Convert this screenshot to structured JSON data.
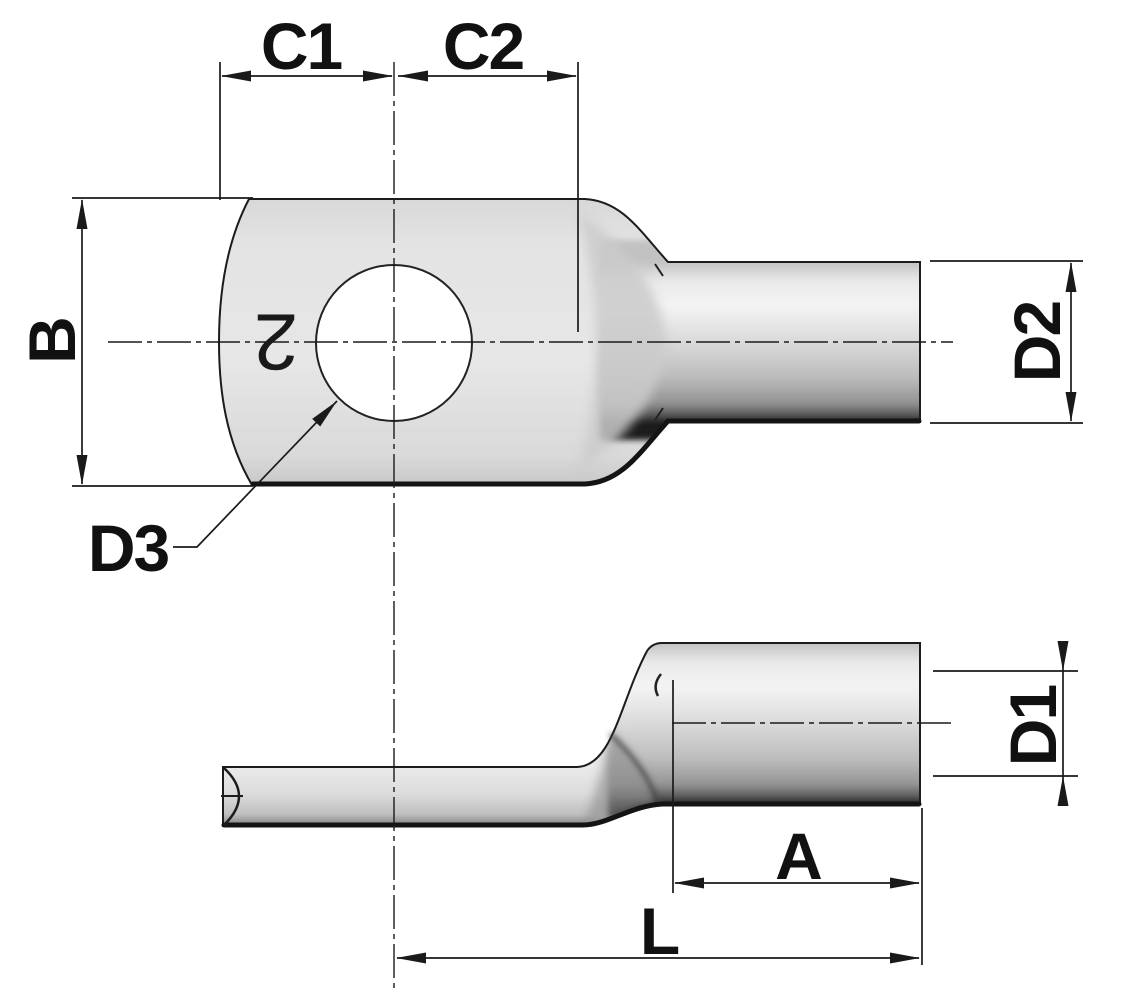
{
  "document": {
    "kind": "technical-drawing",
    "subject": "tubular cable lug (ring terminal), top view and side view with dimension callouts"
  },
  "dimension_labels": {
    "c1": "C1",
    "c2": "C2",
    "b": "B",
    "d2": "D2",
    "d3": "D3",
    "d1": "D1",
    "a": "A",
    "l": "L"
  },
  "part_marking": "2",
  "colors": {
    "line": "#1a1a1a",
    "text": "#111111",
    "metal_light": "#f2f2f2",
    "metal_mid": "#d9d9d9",
    "metal_dark": "#8a8a8a",
    "background": "#ffffff"
  }
}
